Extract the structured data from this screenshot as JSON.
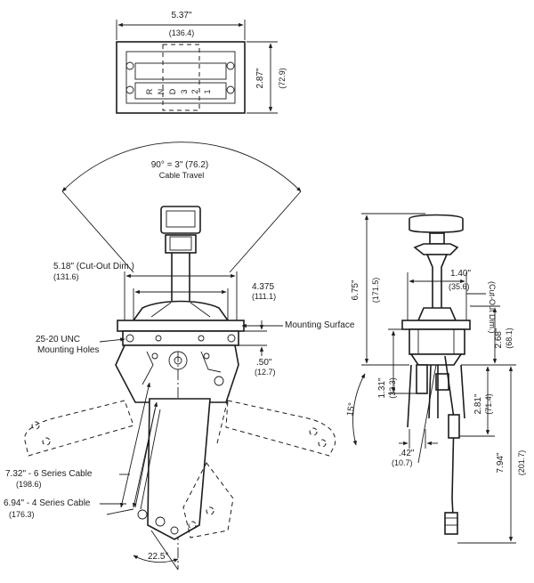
{
  "top_view": {
    "width_in": "5.37\"",
    "width_mm": "(136.4)",
    "height_in": "2.87\"",
    "height_mm": "(72.9)",
    "gear_letters": [
      "R",
      "N",
      "D",
      "3",
      "2",
      "1"
    ]
  },
  "front_view": {
    "travel_label": "90° = 3\" (76.2)",
    "travel_sub": "Cable Travel",
    "cutout_label": "5.18\" (Cut-Out Dim.)",
    "cutout_mm": "(131.6)",
    "hole_spacing_in": "4.375",
    "hole_spacing_mm": "(111.1)",
    "mounting_surface": "Mounting Surface",
    "holes_line1": "25-20 UNC",
    "holes_line2": "Mounting Holes",
    "offset_in": ".50\"",
    "offset_mm": "(12.7)",
    "cable6_label": "7.32\" - 6 Series Cable",
    "cable6_mm": "(198.6)",
    "cable4_label": "6.94\" - 4 Series Cable",
    "cable4_mm": "(176.3)",
    "angle_label": "22.5°"
  },
  "side_view": {
    "height_in": "6.75\"",
    "height_mm": "(171.5)",
    "cutout_width_in": "1.40\"",
    "cutout_width_mm": "(35.6)",
    "cutout_note": "(Cut-Out Dim.)",
    "depth_in": "2.68\"",
    "depth_mm": "(68.1)",
    "d131_in": "1.31\"",
    "d131_mm": "(33.3)",
    "d281_in": "2.81\"",
    "d281_mm": "(71.4)",
    "d42_in": ".42\"",
    "d42_mm": "(10.7)",
    "d794_in": "7.94\"",
    "d794_mm": "(201.7)",
    "angle_label": "15°"
  }
}
